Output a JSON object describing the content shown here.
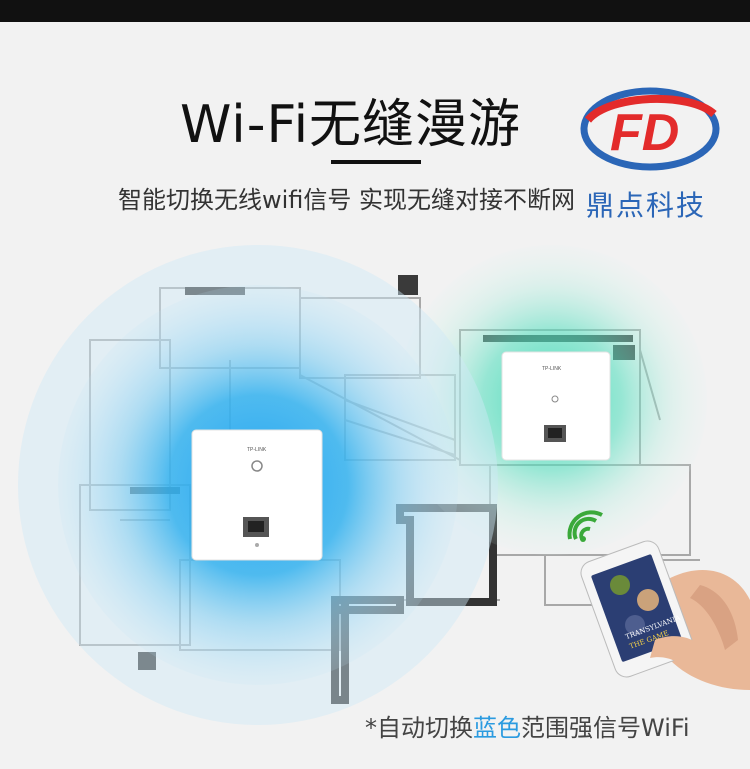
{
  "header": {
    "title": "Wi-Fi无缝漫游",
    "subtitle": "智能切换无线wifi信号 实现无缝对接不断网"
  },
  "brand": {
    "logo_text": "FD",
    "name": "鼎点科技",
    "colors": {
      "red": "#e32b2b",
      "blue": "#2b66b7"
    }
  },
  "devices": {
    "left_panel_brand": "TP-LINK",
    "right_panel_brand": "TP-LINK"
  },
  "phone": {
    "game_text_1": "TRANSYLVANIA",
    "game_text_2": "THE GAME"
  },
  "caption": {
    "prefix": "*自动切换",
    "highlight": "蓝色",
    "suffix": "范围强信号WiFi"
  },
  "colors": {
    "signal_blue": "#2ba3e3",
    "signal_green": "#3cc9a6",
    "wifi_green": "#3aa93a"
  }
}
